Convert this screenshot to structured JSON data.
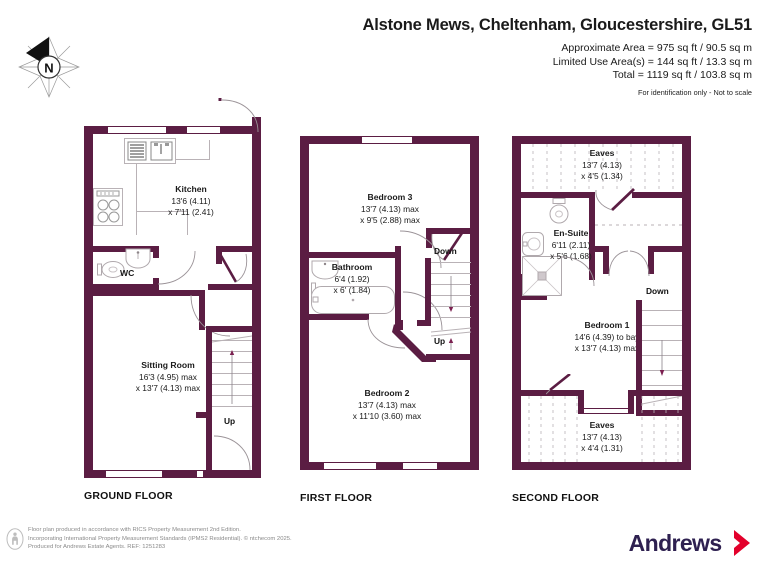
{
  "header": {
    "title": "Alstone Mews, Cheltenham, Gloucestershire, GL51",
    "approximate_area": "Approximate Area = 975 sq ft / 90.5 sq m",
    "limited_use_area": "Limited Use Area(s) = 144 sq ft / 13.3 sq m",
    "total_area": "Total = 1119 sq ft / 103.8 sq m",
    "disclaimer": "For identification only - Not to scale"
  },
  "compass": {
    "label": "N"
  },
  "floors": [
    {
      "id": "ground",
      "label": "GROUND FLOOR",
      "rooms": [
        {
          "name": "Kitchen",
          "dim1": "13'6 (4.11)",
          "dim2": "x 7'11 (2.41)"
        },
        {
          "name": "WC",
          "dim1": "",
          "dim2": ""
        },
        {
          "name": "Sitting Room",
          "dim1": "16'3 (4.95) max",
          "dim2": "x 13'7 (4.13) max"
        }
      ],
      "stairs": [
        {
          "direction": "Up"
        }
      ]
    },
    {
      "id": "first",
      "label": "FIRST FLOOR",
      "rooms": [
        {
          "name": "Bedroom 3",
          "dim1": "13'7 (4.13) max",
          "dim2": "x 9'5 (2.88) max"
        },
        {
          "name": "Bathroom",
          "dim1": "6'4 (1.92)",
          "dim2": "x 6' (1.84)"
        },
        {
          "name": "Bedroom 2",
          "dim1": "13'7 (4.13) max",
          "dim2": "x 11'10 (3.60) max"
        }
      ],
      "stairs": [
        {
          "direction": "Down"
        },
        {
          "direction": "Up"
        }
      ]
    },
    {
      "id": "second",
      "label": "SECOND FLOOR",
      "rooms": [
        {
          "name": "Eaves",
          "dim1": "13'7 (4.13)",
          "dim2": "x 4'5 (1.34)"
        },
        {
          "name": "En-Suite",
          "dim1": "6'11 (2.11)",
          "dim2": "x 5'6 (1.68)"
        },
        {
          "name": "Bedroom 1",
          "dim1": "14'6 (4.39) to bay",
          "dim2": "x 13'7 (4.13) max"
        },
        {
          "name": "Eaves",
          "dim1": "13'7 (4.13)",
          "dim2": "x 4'4 (1.31)"
        }
      ],
      "stairs": [
        {
          "direction": "Down"
        }
      ]
    }
  ],
  "footer": {
    "line1": "Floor plan produced in accordance with RICS Property Measurement 2nd Edition.",
    "line2": "Incorporating International Property Measurement Standards (IPMS2 Residential).   © ntchecom 2025.",
    "line3": "Produced for Andrews Estate Agents.   REF: 1251283",
    "logo_text": "Andrews"
  },
  "colors": {
    "wall": "#5b1d43",
    "accent_red": "#e3002b",
    "logo_navy": "#2e2050",
    "thin_line": "#b9b2b6"
  }
}
